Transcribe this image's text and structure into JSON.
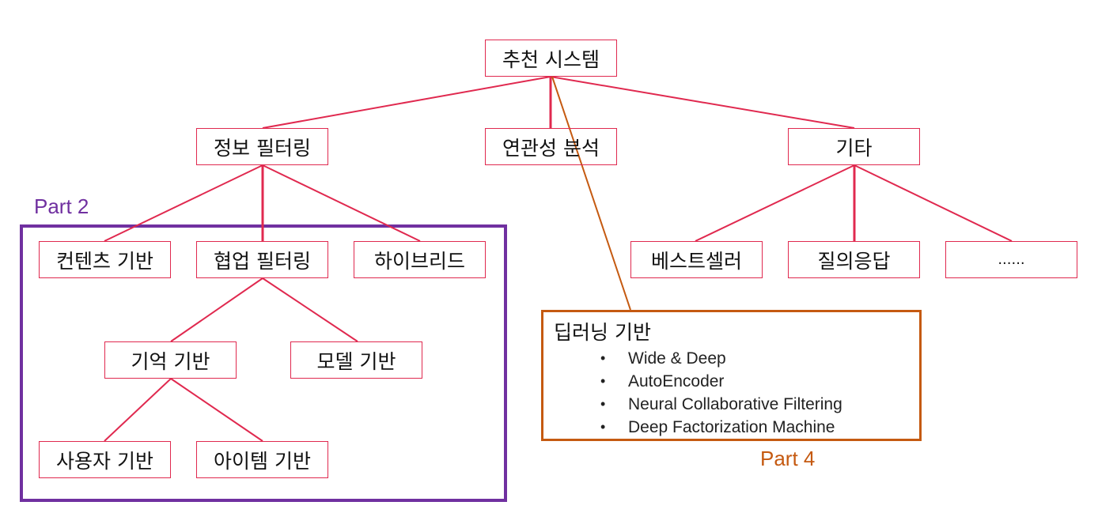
{
  "diagram": {
    "root": {
      "label": "추천 시스템"
    },
    "level1": [
      {
        "id": "info-filtering",
        "label": "정보 필터링"
      },
      {
        "id": "association",
        "label": "연관성 분석"
      },
      {
        "id": "others",
        "label": "기타"
      }
    ],
    "info_filtering_children": [
      {
        "id": "content-based",
        "label": "컨텐츠 기반"
      },
      {
        "id": "collaborative",
        "label": "협업 필터링"
      },
      {
        "id": "hybrid",
        "label": "하이브리드"
      }
    ],
    "collaborative_children": [
      {
        "id": "memory-based",
        "label": "기억 기반"
      },
      {
        "id": "model-based",
        "label": "모델 기반"
      }
    ],
    "memory_children": [
      {
        "id": "user-based",
        "label": "사용자 기반"
      },
      {
        "id": "item-based",
        "label": "아이템 기반"
      }
    ],
    "others_children": [
      {
        "id": "bestseller",
        "label": "베스트셀러"
      },
      {
        "id": "qa",
        "label": "질의응답"
      },
      {
        "id": "etc",
        "label": "......"
      }
    ],
    "deep_learning": {
      "title": "딥러닝 기반",
      "bullet": "•",
      "items": [
        "Wide & Deep",
        "AutoEncoder",
        "Neural Collaborative Filtering",
        "Deep Factorization Machine"
      ]
    },
    "part_labels": {
      "part2": "Part 2",
      "part4": "Part 4"
    },
    "colors": {
      "node_border": "#e0294f",
      "connector": "#e0294f",
      "part2": "#7030a0",
      "part4": "#c55a11"
    }
  }
}
